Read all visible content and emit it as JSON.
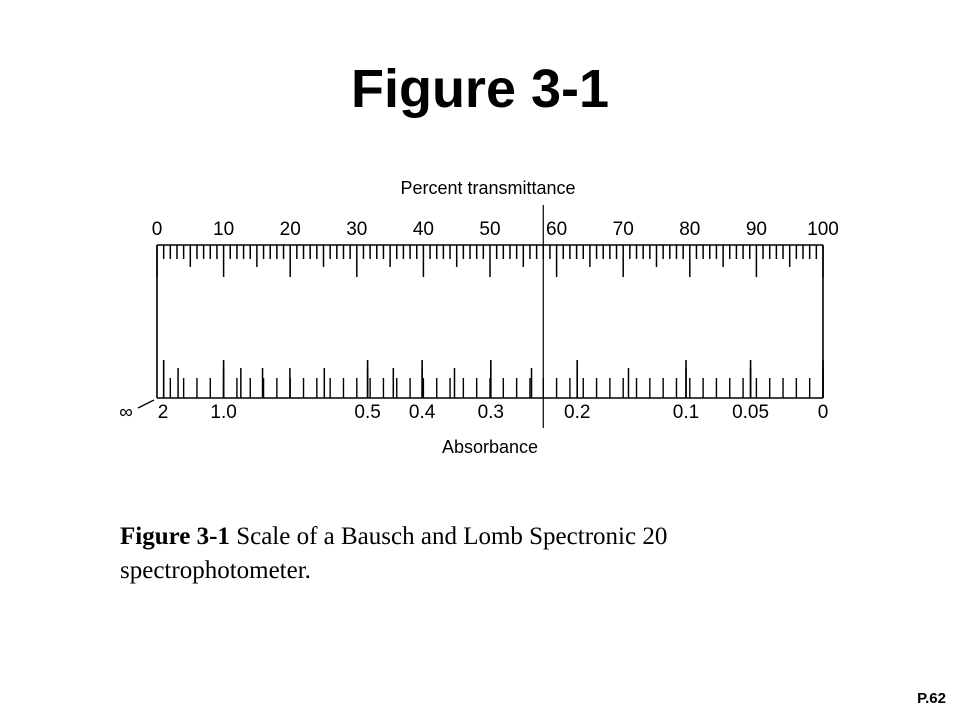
{
  "slide_title": "Figure 3-1",
  "scale": {
    "top_label": "Percent transmittance",
    "bottom_label": "Absorbance",
    "transmittance_ticks": [
      "0",
      "10",
      "20",
      "30",
      "40",
      "50",
      "60",
      "70",
      "80",
      "90",
      "100"
    ],
    "transmittance_values": [
      0,
      10,
      20,
      30,
      40,
      50,
      60,
      70,
      80,
      90,
      100
    ],
    "absorbance_labels": [
      {
        "text": "∞",
        "value": null
      },
      {
        "text": "2",
        "value": 2
      },
      {
        "text": "1.0",
        "value": 1.0
      },
      {
        "text": "0.5",
        "value": 0.5
      },
      {
        "text": "0.4",
        "value": 0.4
      },
      {
        "text": "0.3",
        "value": 0.3
      },
      {
        "text": "0.2",
        "value": 0.2
      },
      {
        "text": "0.1",
        "value": 0.1
      },
      {
        "text": "0.05",
        "value": 0.05
      },
      {
        "text": "0",
        "value": 0
      }
    ],
    "absorbance_tick_values": [
      1.5,
      1.0,
      0.9,
      0.8,
      0.7,
      0.6,
      0.5,
      0.45,
      0.4,
      0.35,
      0.3,
      0.25,
      0.2,
      0.15,
      0.1,
      0.05,
      0
    ],
    "needle_transmittance": 58
  },
  "caption": {
    "label": "Figure 3-1",
    "text": " Scale of a Bausch and Lomb Spectronic 20 spectrophotometer."
  },
  "page_number": "P.62"
}
